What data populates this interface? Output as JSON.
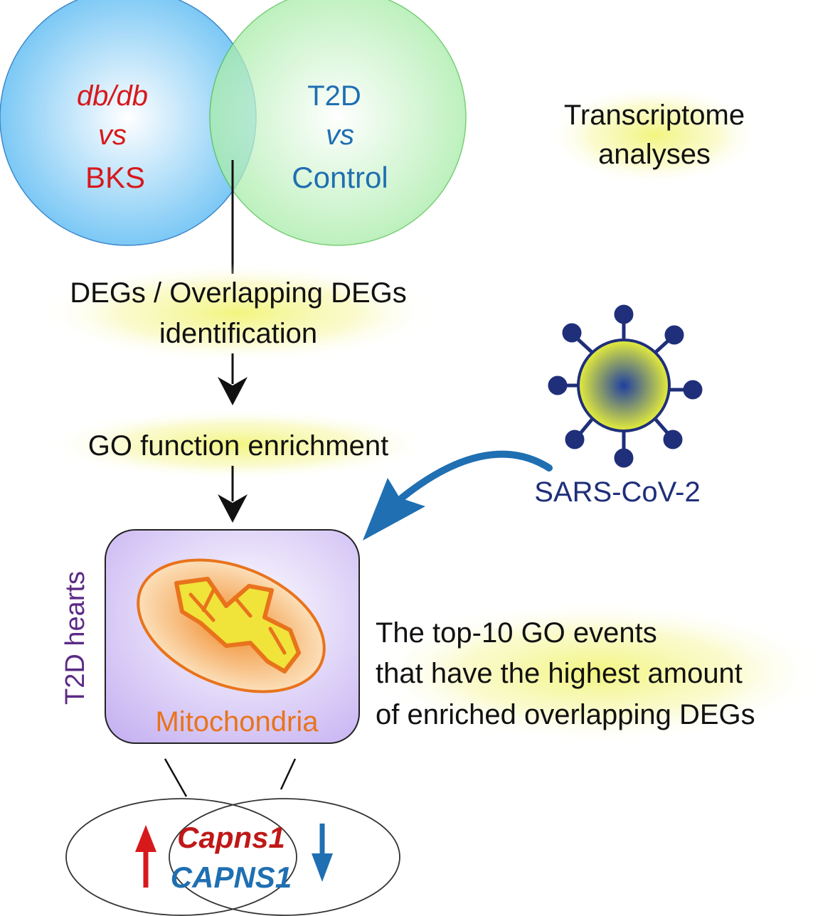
{
  "venn_top": {
    "left_line1": "db/db",
    "left_line2": "vs",
    "left_line3": "BKS",
    "right_line1": "T2D",
    "right_line2": "vs",
    "right_line3": "Control"
  },
  "transcriptome": {
    "line1": "Transcriptome",
    "line2": "analyses"
  },
  "steps": {
    "deg_line1": "DEGs / Overlapping DEGs",
    "deg_line2": "identification",
    "go": "GO function enrichment"
  },
  "virus": {
    "label": "SARS-CoV-2"
  },
  "hearts_box": {
    "side_label": "T2D hearts",
    "organelle_label": "Mitochondria"
  },
  "top10": {
    "line1": "The top-10 GO events",
    "line2": "that have the highest amount",
    "line3": "of enriched overlapping DEGs"
  },
  "venn_bottom": {
    "gene_mouse": "Capns1",
    "gene_human": "CAPNS1"
  },
  "colors": {
    "red": "#d7191c",
    "blue": "#1f6fb2",
    "navy": "#1f2f7a",
    "orange": "#e8731c",
    "purple": "#5b2a86",
    "highlight": "#f3f58a"
  }
}
